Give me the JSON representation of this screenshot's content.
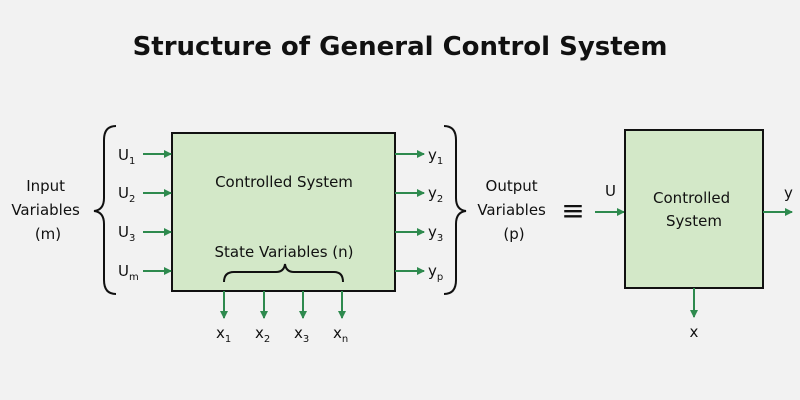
{
  "title": "Structure of General Control System",
  "left_diagram": {
    "input_label": [
      "Input",
      "Variables",
      "(m)"
    ],
    "output_label": [
      "Output",
      "Variables",
      "(p)"
    ],
    "box_title": "Controlled System",
    "state_label": "State Variables (n)",
    "inputs": [
      {
        "base": "U",
        "sub": "1"
      },
      {
        "base": "U",
        "sub": "2"
      },
      {
        "base": "U",
        "sub": "3"
      },
      {
        "base": "U",
        "sub": "m"
      }
    ],
    "outputs": [
      {
        "base": "y",
        "sub": "1"
      },
      {
        "base": "y",
        "sub": "2"
      },
      {
        "base": "y",
        "sub": "3"
      },
      {
        "base": "y",
        "sub": "p"
      }
    ],
    "states": [
      {
        "base": "x",
        "sub": "1"
      },
      {
        "base": "x",
        "sub": "2"
      },
      {
        "base": "x",
        "sub": "3"
      },
      {
        "base": "x",
        "sub": "n"
      }
    ]
  },
  "equivalence_symbol": "≡",
  "right_diagram": {
    "box_title": [
      "Controlled",
      "System"
    ],
    "input": "U",
    "output": "y",
    "state": "x"
  },
  "colors": {
    "arrow": "#2e8a4e",
    "box_fill": "#d3e8c8",
    "background": "#f2f2f2"
  }
}
